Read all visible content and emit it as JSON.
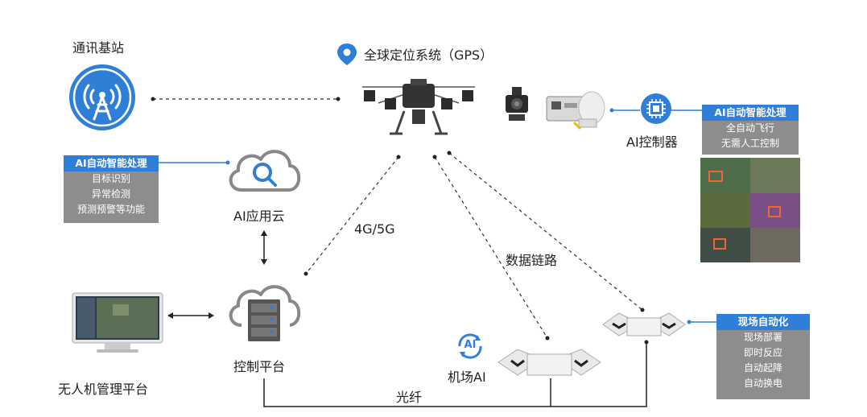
{
  "labels": {
    "base_station": "通讯基站",
    "gps": "全球定位系统（GPS）",
    "ai_controller": "AI控制器",
    "ai_cloud": "AI应用云",
    "network": "4G/5G",
    "data_link": "数据链路",
    "control_platform": "控制平台",
    "uav_platform": "无人机管理平台",
    "airport_ai": "机场AI",
    "fiber": "光纤",
    "ai_badge": "AI"
  },
  "panels": {
    "left": {
      "title": "AI自动智能处理",
      "items": [
        "目标识别",
        "异常检测",
        "预测预警等功能"
      ]
    },
    "right_top": {
      "title": "AI自动智能处理",
      "items": [
        "全自动飞行",
        "无需人工控制"
      ]
    },
    "right_bottom": {
      "title": "现场自动化",
      "items": [
        "现场部署",
        "即时反应",
        "自动起降",
        "自动换电"
      ]
    }
  },
  "colors": {
    "accent": "#2f7ed8",
    "panel_gray": "#8d8d8d",
    "line": "#333333"
  }
}
